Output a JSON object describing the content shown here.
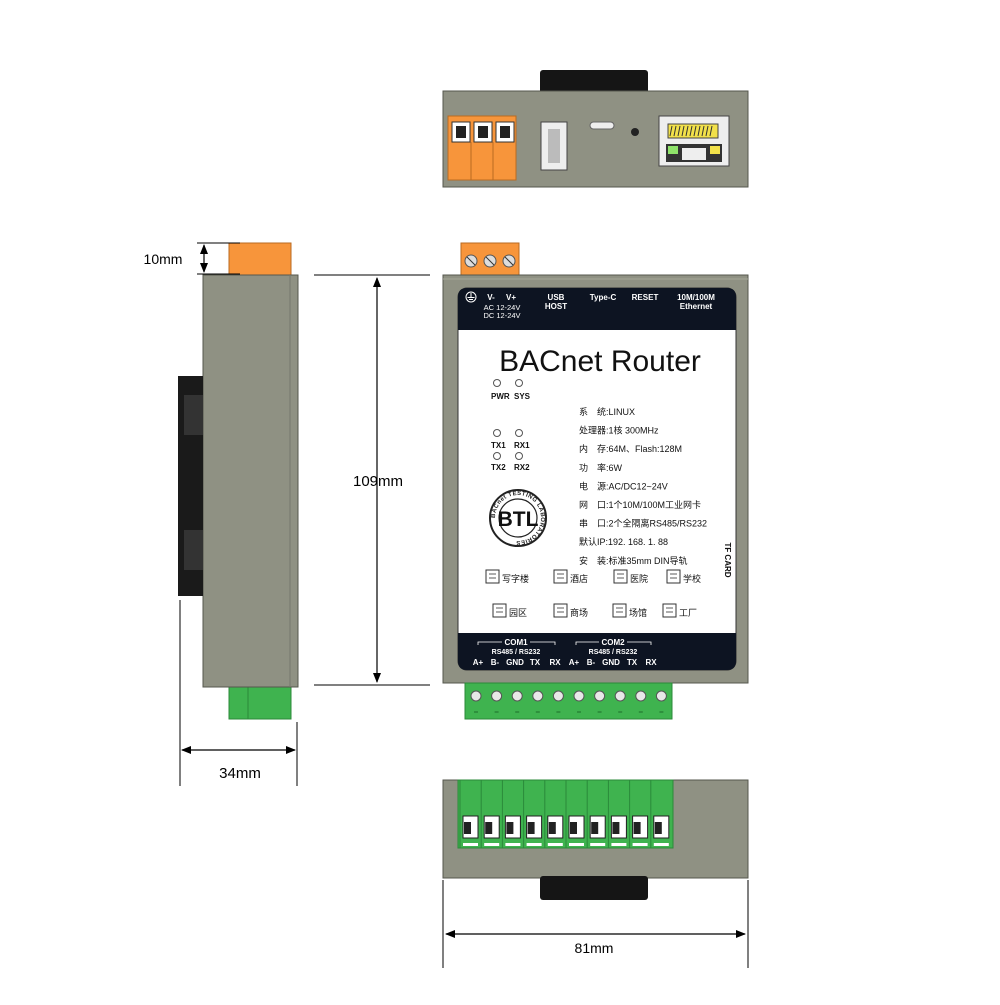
{
  "dimensions": {
    "terminal_height": "10mm",
    "height": "109mm",
    "depth": "34mm",
    "width": "81mm"
  },
  "top_view": {
    "power_labels": {
      "v_minus": "V-",
      "v_plus": "V+",
      "ac": "AC 12-24V",
      "dc": "DC 12-24V"
    },
    "usb_label_1": "USB",
    "usb_label_2": "HOST",
    "typec_label": "Type-C",
    "reset_label": "RESET",
    "ethernet_label_1": "10M/100M",
    "ethernet_label_2": "Ethernet"
  },
  "front": {
    "title": "BACnet Router",
    "leds": {
      "pwr": "PWR",
      "sys": "SYS",
      "tx1": "TX1",
      "rx1": "RX1",
      "tx2": "TX2",
      "rx2": "RX2"
    },
    "specs": [
      {
        "label": "系　统:",
        "value": "LINUX"
      },
      {
        "label": "处理器:",
        "value": "1核 300MHz"
      },
      {
        "label": "内　存:",
        "value": "64M、Flash:128M"
      },
      {
        "label": "功　率:",
        "value": "6W"
      },
      {
        "label": "电　源:",
        "value": "AC/DC12~24V"
      },
      {
        "label": "网　口:",
        "value": "1个10M/100M工业网卡"
      },
      {
        "label": "串　口:",
        "value": "2个全隔离RS485/RS232"
      },
      {
        "label": "默认IP:",
        "value": "192. 168. 1. 88"
      },
      {
        "label": "安　装:",
        "value": "标准35mm DIN导轨"
      }
    ],
    "tf_card": "TF CARD",
    "btl": {
      "ring_text": "BACnet TESTING LABORATORIES",
      "letters": "BTL"
    },
    "applications": [
      "写字楼",
      "酒店",
      "医院",
      "学校",
      "园区",
      "商场",
      "场馆",
      "工厂"
    ],
    "com1": {
      "name": "COM1",
      "sub": "RS485 / RS232",
      "pins": [
        "A+",
        "B-",
        "GND",
        "TX",
        "RX"
      ]
    },
    "com2": {
      "name": "COM2",
      "sub": "RS485 / RS232",
      "pins": [
        "A+",
        "B-",
        "GND",
        "TX",
        "RX"
      ]
    }
  },
  "colors": {
    "enclosure": "#8f9183",
    "enclosure_dark": "#6f7166",
    "panel": "#0d1422",
    "orange": "#f7953b",
    "green": "#3fb34f",
    "green_dark": "#2b8a3a"
  }
}
